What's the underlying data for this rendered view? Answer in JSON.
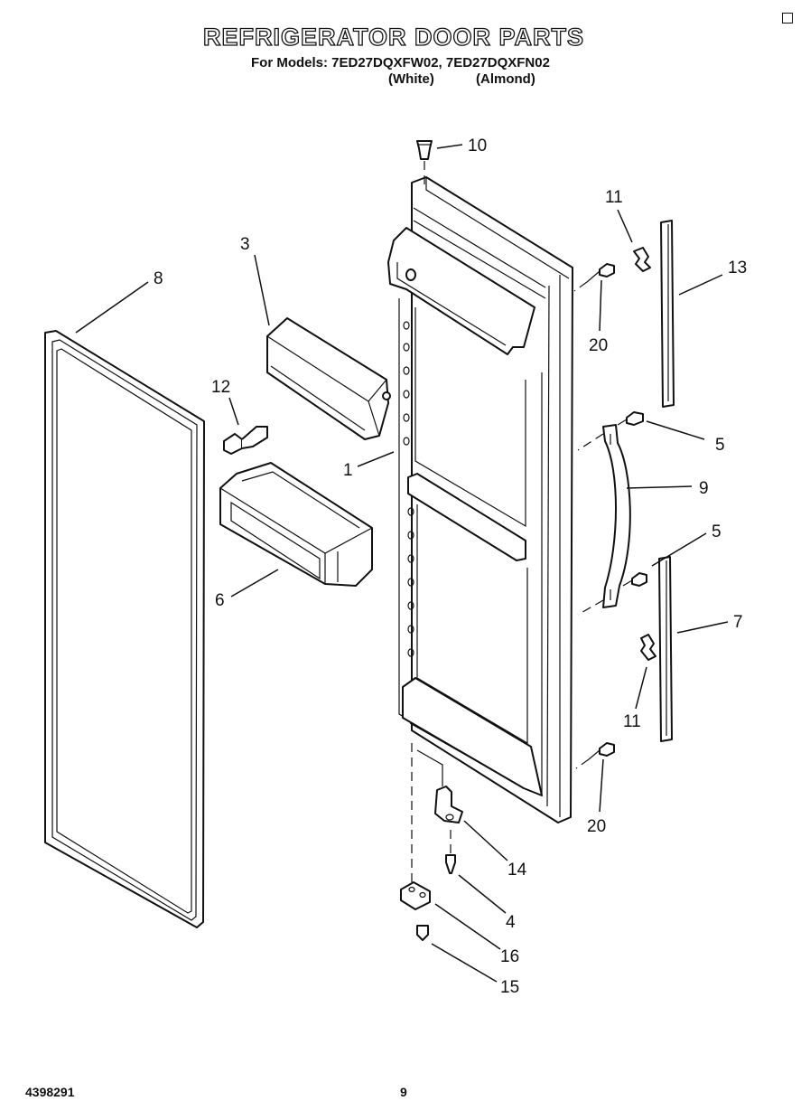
{
  "header": {
    "title": "REFRIGERATOR DOOR PARTS",
    "models": "For Models: 7ED27DQXFW02, 7ED27DQXFN02",
    "color_white": "(White)",
    "color_almond": "(Almond)"
  },
  "callouts": {
    "c1": "1",
    "c3": "3",
    "c4": "4",
    "c5a": "5",
    "c5b": "5",
    "c6": "6",
    "c7": "7",
    "c8": "8",
    "c9": "9",
    "c10": "10",
    "c11a": "11",
    "c11b": "11",
    "c12": "12",
    "c13": "13",
    "c14": "14",
    "c15": "15",
    "c16": "16",
    "c20a": "20",
    "c20b": "20"
  },
  "footer": {
    "code": "4398291",
    "page": "9"
  }
}
